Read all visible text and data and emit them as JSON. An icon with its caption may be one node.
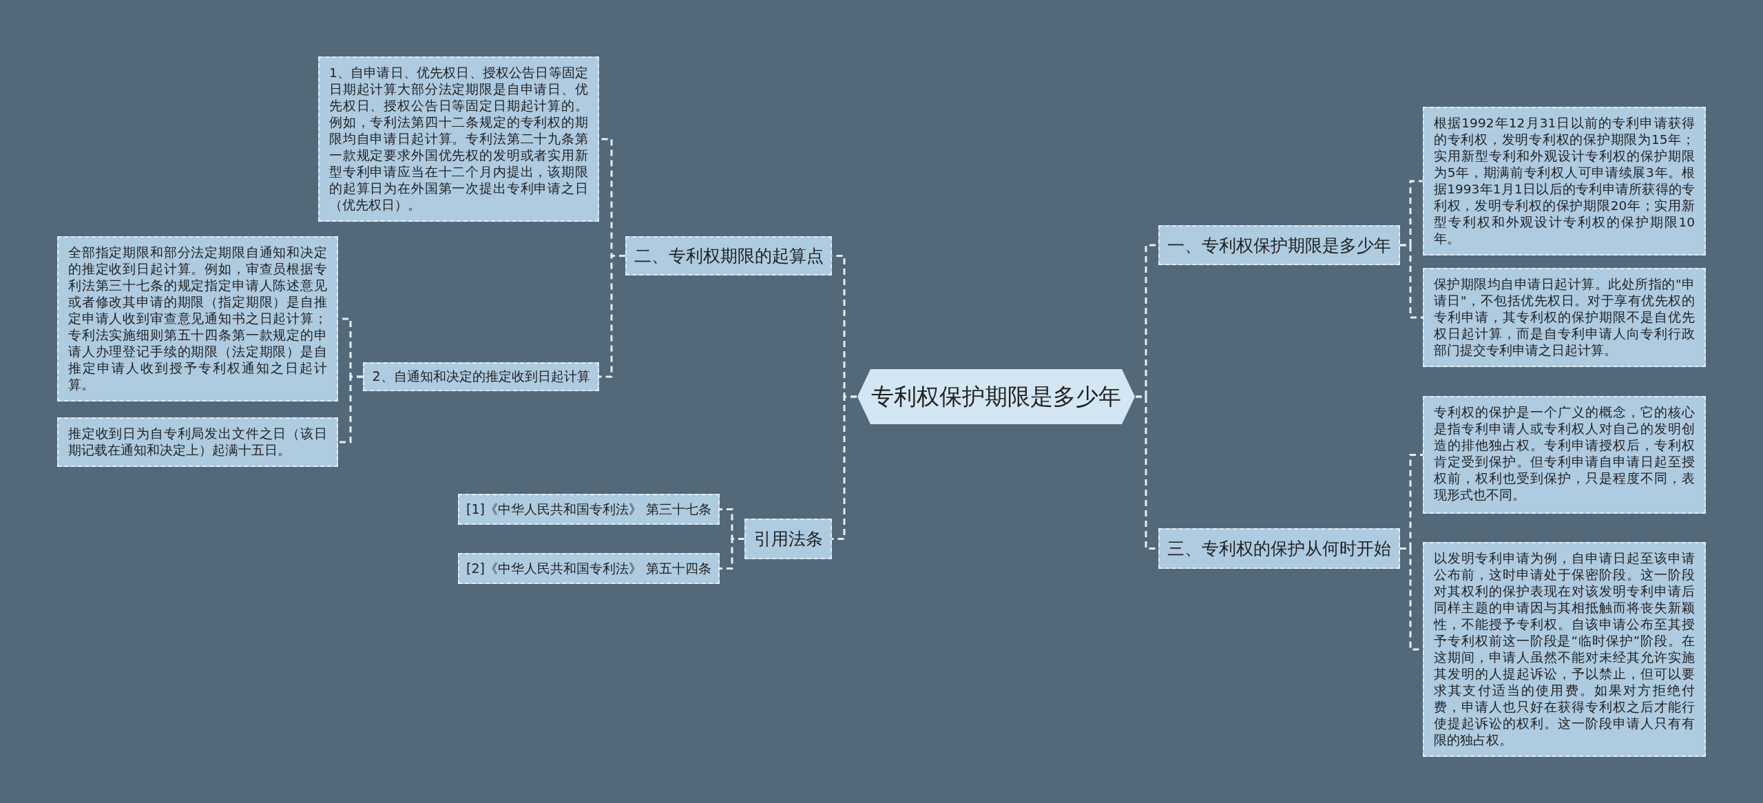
{
  "diagram": {
    "nodes": [
      {
        "text": [
          "专利权保护期限是多少年"
        ]
      },
      {
        "text": [
          "一、专利权保护期限是多少年"
        ]
      },
      {
        "text": [
          "根据1992年12月31日以前的专利申请获得的专利权，发明专利权的保护期限为15年；实用新型专利和外观设计专利权的保护期限为5年，期满前专利权人可申请续展3年。根据1993年1月1日以后的专利申请所获得的专利权，发明专利权的保护期限20年；实用新型专利权和外观设计专利权的保护期限10年。"
        ]
      },
      {
        "text": [
          "保护期限均自申请日起计算。此处所指的\"申请日\"，不包括优先权日。对于享有优先权的专利申请，其专利权的保护期限不是自优先权日起计算，而是自专利申请人向专利行政部门提交专利申请之日起计算。"
        ]
      },
      {
        "text": [
          "三、专利权的保护从何时开始"
        ]
      },
      {
        "text": [
          "专利权的保护是一个广义的概念，它的核心是指专利申请人或专利权人对自己的发明创造的排他独占权。专利申请授权后，专利权肯定受到保护。但专利申请自申请日起至授权前，权利也受到保护，只是程度不同，表现形式也不同。"
        ]
      },
      {
        "text": [
          "以发明专利申请为例，自申请日起至该申请公布前，这时申请处于保密阶段。这一阶段对其权利的保护表现在对该发明专利申请后同样主题的申请因与其相抵触而将丧失新颖性，不能授予专利权。自该申请公布至其授予专利权前这一阶段是“临时保护”阶段。在这期间，申请人虽然不能对未经其允许实施其发明的人提起诉讼，予以禁止，但可以要求其支付适当的使用费。如果对方拒绝付费，申请人也只好在获得专利权之后才能行使提起诉讼的权利。这一阶段申请人只有有限的独占权。"
        ]
      },
      {
        "text": [
          "二、专利权期限的起算点"
        ]
      },
      {
        "text": [
          "1、自申请日、优先权日、授权公告日等固定日期起计算大部分法定期限是自申请日、优先权日、授权公告日等固定日期起计算的。例如，专利法第四十二条规定的专利权的期限均自申请日起计算。专利法第二十九条第一款规定要求外国优先权的发明或者实用新型专利申请应当在十二个月内提出，该期限的起算日为在外国第一次提出专利申请之日（优先权日）。"
        ]
      },
      {
        "text": [
          "2、自通知和决定的推定收到日起计算"
        ]
      },
      {
        "text": [
          "全部指定期限和部分法定期限自通知和决定的推定收到日起计算。例如，审查员根据专利法第三十七条的规定指定申请人陈述意见或者修改其申请的期限（指定期限）是自推定申请人收到审查意见通知书之日起计算；专利法实施细则第五十四条第一款规定的申请人办理登记手续的期限（法定期限）是自推定申请人收到授予专利权通知之日起计算。"
        ]
      },
      {
        "text": [
          "推定收到日为自专利局发出文件之日（该日期记载在通知和决定上）起满十五日。"
        ]
      },
      {
        "text": [
          "引用法条"
        ]
      },
      {
        "text": [
          "[1]《中华人民共和国专利法》 第三十七条"
        ]
      },
      {
        "text": [
          "[2]《中华人民共和国专利法》 第五十四条"
        ]
      }
    ],
    "edges": [
      {
        "from": 0,
        "to": 1,
        "arrow": "none"
      },
      {
        "from": 1,
        "to": 2,
        "arrow": "none"
      },
      {
        "from": 1,
        "to": 3,
        "arrow": "none"
      },
      {
        "from": 0,
        "to": 4,
        "arrow": "none"
      },
      {
        "from": 4,
        "to": 5,
        "arrow": "none"
      },
      {
        "from": 4,
        "to": 6,
        "arrow": "none"
      },
      {
        "from": 0,
        "to": 7,
        "arrow": "none"
      },
      {
        "from": 7,
        "to": 8,
        "arrow": "none"
      },
      {
        "from": 7,
        "to": 9,
        "arrow": "none"
      },
      {
        "from": 9,
        "to": 10,
        "arrow": "none"
      },
      {
        "from": 9,
        "to": 11,
        "arrow": "none"
      },
      {
        "from": 0,
        "to": 12,
        "arrow": "none"
      },
      {
        "from": 12,
        "to": 13,
        "arrow": "none"
      },
      {
        "from": 12,
        "to": 14,
        "arrow": "none"
      }
    ]
  }
}
